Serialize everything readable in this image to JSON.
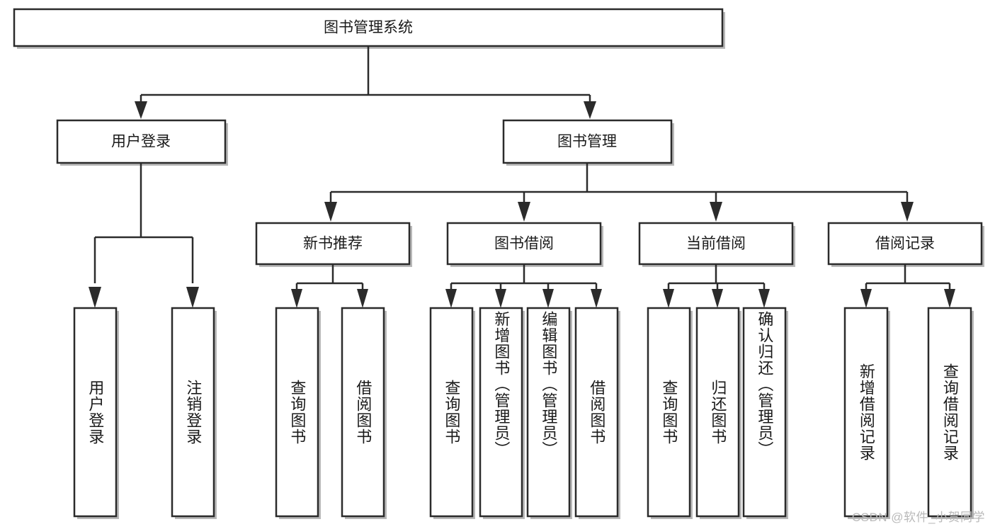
{
  "diagram": {
    "title": "图书管理系统",
    "type": "hierarchy-tree",
    "watermark": "CSDN @软件_小贺同学",
    "colors": {
      "box_stroke": "#2b2b2b",
      "box_fill": "#ffffff",
      "text": "#1a1a1a",
      "watermark": "#b9b9b9",
      "background": "#ffffff"
    },
    "root": {
      "label": "图书管理系统"
    },
    "level2": [
      {
        "label": "用户登录"
      },
      {
        "label": "图书管理"
      }
    ],
    "level3": [
      {
        "label": "新书推荐"
      },
      {
        "label": "图书借阅"
      },
      {
        "label": "当前借阅"
      },
      {
        "label": "借阅记录"
      }
    ],
    "leaves": [
      {
        "label": "用户登录",
        "parent": "用户登录"
      },
      {
        "label": "注销登录",
        "parent": "用户登录"
      },
      {
        "label": "查询图书",
        "parent": "新书推荐"
      },
      {
        "label": "借阅图书",
        "parent": "新书推荐"
      },
      {
        "label": "查询图书",
        "parent": "图书借阅"
      },
      {
        "label": "新增图书（管理员）",
        "parent": "图书借阅"
      },
      {
        "label": "编辑图书（管理员）",
        "parent": "图书借阅"
      },
      {
        "label": "借阅图书",
        "parent": "图书借阅"
      },
      {
        "label": "查询图书",
        "parent": "当前借阅"
      },
      {
        "label": "归还图书",
        "parent": "当前借阅"
      },
      {
        "label": "确认归还（管理员）",
        "parent": "当前借阅"
      },
      {
        "label": "新增借阅记录",
        "parent": "借阅记录"
      },
      {
        "label": "查询借阅记录",
        "parent": "借阅记录"
      }
    ]
  }
}
